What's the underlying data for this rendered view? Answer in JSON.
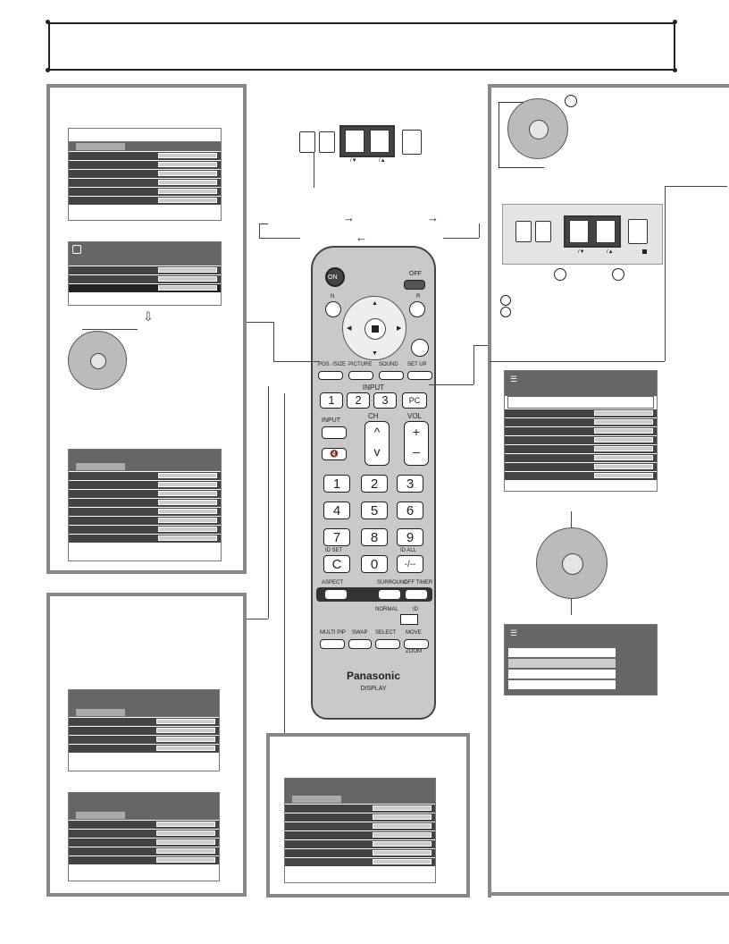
{
  "remote": {
    "on_label": "ON",
    "off_label": "OFF",
    "n_label": "N",
    "r_label": "R",
    "pos_size_label": "POS. /SIZE",
    "picture_label": "PICTURE",
    "sound_label": "SOUND",
    "setup_label": "SET UP",
    "input_label": "INPUT",
    "input_btn_label": "INPUT",
    "ch_label": "CH",
    "vol_label": "VOL",
    "inputs": [
      "1",
      "2",
      "3",
      "PC"
    ],
    "numbers": [
      "1",
      "2",
      "3",
      "4",
      "5",
      "6",
      "7",
      "8",
      "9",
      "C",
      "0",
      "-/--"
    ],
    "id_set_label": "ID SET",
    "id_all_label": "ID ALL",
    "aspect_label": "ASPECT",
    "surround_label": "SURROUND",
    "off_timer_label": "OFF TIMER",
    "normal_label": "NORMAL",
    "id_label": "ID",
    "multi_pip_label": "MULTI PIP",
    "swap_label": "SWAP",
    "select_label": "SELECT",
    "move_label": "MOVE",
    "zoom_label": "ZOOM",
    "brand": "Panasonic",
    "display_label": "DISPLAY"
  },
  "panel_buttons": {
    "down_label": "/▼",
    "up_label": "/▲"
  }
}
